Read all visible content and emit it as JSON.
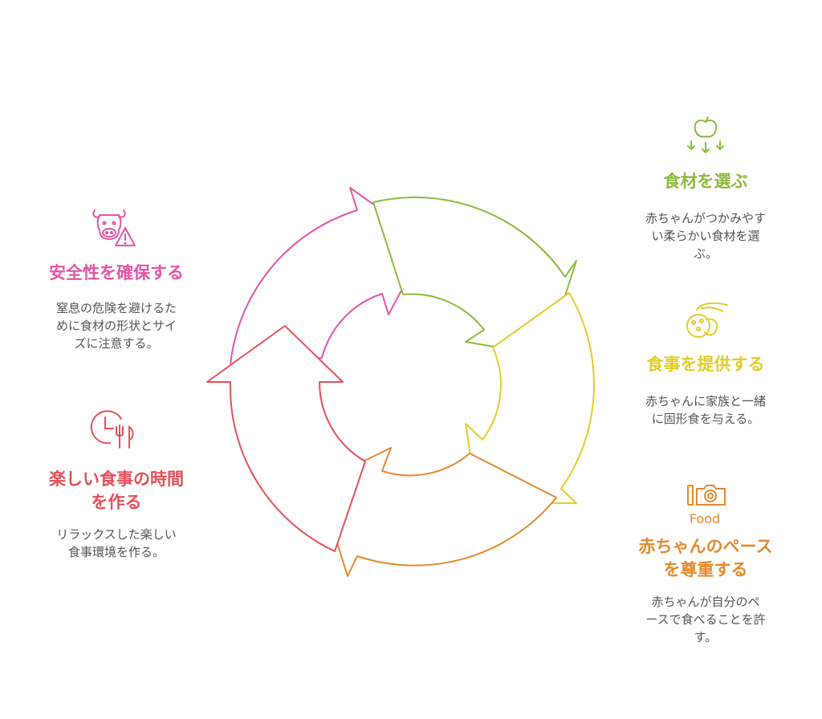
{
  "colors": {
    "pink": "#e455a6",
    "green": "#8dbb3c",
    "yellow": "#e2cc2a",
    "orange": "#e58a2e",
    "red": "#e5505a",
    "text": "#555555"
  },
  "steps": [
    {
      "id": "select",
      "title": "食材を選ぶ",
      "description": "赤ちゃんがつかみやすい柔らかい食材を選ぶ。",
      "icon": "apple-arrows-icon"
    },
    {
      "id": "serve",
      "title": "食事を提供する",
      "description": "赤ちゃんに家族と一緒に固形食を与える。",
      "icon": "hand-food-icon"
    },
    {
      "id": "pace",
      "title": "赤ちゃんのペースを尊重する",
      "description": "赤ちゃんが自分のペースで食べることを許す。",
      "icon": "food-camera-icon",
      "icon_text": "Food"
    },
    {
      "id": "enjoy",
      "title": "楽しい食事の時間を作る",
      "description": "リラックスした楽しい食事環境を作る。",
      "icon": "clock-cutlery-icon"
    },
    {
      "id": "safety",
      "title": "安全性を確保する",
      "description": "窒息の危険を避けるために食材の形状とサイズに注意する。",
      "icon": "cow-warning-icon"
    }
  ]
}
